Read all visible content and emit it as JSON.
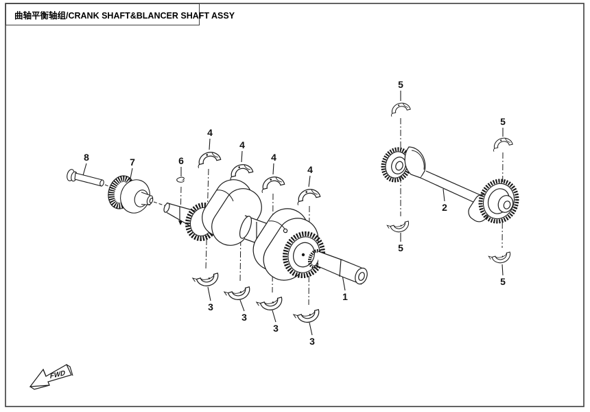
{
  "page": {
    "background": "#ffffff",
    "line_color": "#1a1a1a",
    "border_color": "#3c3c3c"
  },
  "header": {
    "title": "曲轴平衡轴组/CRANK SHAFT&BLANCER SHAFT ASSY"
  },
  "orientation": {
    "fwd_label": "FWD"
  },
  "callouts": [
    {
      "ref": "8",
      "label_for": "crankshaft-bolt"
    },
    {
      "ref": "7",
      "label_for": "damper-gear"
    },
    {
      "ref": "6",
      "label_for": "woodruff-key"
    },
    {
      "ref": "4",
      "label_for": "crank-upper-bearing-shell-1"
    },
    {
      "ref": "4",
      "label_for": "crank-upper-bearing-shell-2"
    },
    {
      "ref": "4",
      "label_for": "crank-upper-bearing-shell-3"
    },
    {
      "ref": "4",
      "label_for": "crank-upper-bearing-shell-4"
    },
    {
      "ref": "3",
      "label_for": "crank-lower-bearing-shell-1"
    },
    {
      "ref": "3",
      "label_for": "crank-lower-bearing-shell-2"
    },
    {
      "ref": "3",
      "label_for": "crank-lower-bearing-shell-3"
    },
    {
      "ref": "3",
      "label_for": "crank-lower-bearing-shell-4"
    },
    {
      "ref": "5",
      "label_for": "balancer-upper-bearing-shell-1"
    },
    {
      "ref": "5",
      "label_for": "balancer-upper-bearing-shell-2"
    },
    {
      "ref": "5",
      "label_for": "balancer-lower-bearing-shell-1"
    },
    {
      "ref": "5",
      "label_for": "balancer-lower-bearing-shell-2"
    },
    {
      "ref": "2",
      "label_for": "balancer-shaft"
    },
    {
      "ref": "1",
      "label_for": "crankshaft"
    }
  ]
}
